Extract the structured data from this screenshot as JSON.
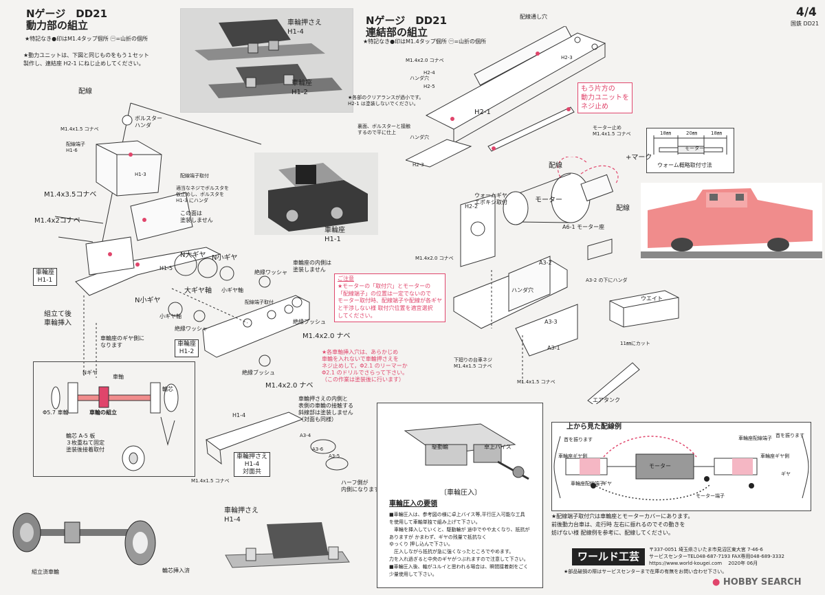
{
  "page": {
    "number": "4/4",
    "model": "国鉄 DD21"
  },
  "left_section": {
    "title_line1": "Nゲージ　DD21",
    "title_line2": "動力部の組立",
    "legend": "★特記なき●印はM1.4タップ個所 ㊀=山折の個所",
    "note1": "★動力ユニットは、下図と同じものをもう１セット",
    "note2": "製作し、連結座 H2-1 にねじ止めしてください。"
  },
  "right_section": {
    "title_line1": "Nゲージ　DD21",
    "title_line2": "連結部の組立",
    "legend": "★特記なき●印はM1.4タップ個所 ㊀=山折の個所"
  },
  "photos": {
    "top_wheel_holders": {
      "label1": "車輪押さえ",
      "label1_code": "H1-4",
      "label2": "車輪座",
      "label2_code": "H1-2"
    },
    "wheel_seat_assembled": {
      "label": "車輪座",
      "code": "H1-1"
    },
    "bottom_holder": {
      "label": "車輪押さえ",
      "code": "H1-4"
    },
    "assembled_wheel": {
      "label": "組立済車輪",
      "label2": "輪芯挿入済"
    }
  },
  "left_labels": {
    "wiring": "配線",
    "bolster": "ボルスター\nハンダ",
    "screw_15": "M1.4x1.5 コナベ",
    "wiring_terminal": "配線端子\nH1-6",
    "h13": "H1-3",
    "terminal_mount": "配線端子取付",
    "bolster_note": "適当なネジでボルスタを\n仮止めし、ボルスタを\nH1-3 にハンダ",
    "no_paint": "この面は\n塗装しません",
    "screw_35": "M1.4x3.5コナベ",
    "screw_2": "M1.4x2コナベ",
    "n_big_gear": "N大ギヤ",
    "n_small_gear": "N小ギヤ",
    "h15": "H1-5",
    "big_gear_axle": "大ギヤ軸",
    "small_gear_axle": "小ギヤ軸",
    "n_small_gear2": "N小ギヤ",
    "small_gear_axle2": "小ギヤ軸",
    "insulating_washer": "絶縁ワッシャ",
    "insulating_washer2": "絶縁ワッシャ",
    "inner_not_painted": "車輪座の内側は\n塗装しません",
    "terminal_mount2": "配線端子取付",
    "insulating_bush": "絶縁ブッシュ",
    "insulating_bush2": "絶縁ブッシュ",
    "screw_20_n": "M1.4x2.0 ナベ",
    "screw_20_n2": "M1.4x2.0 ナベ",
    "seat_h11": "車輪座\nH1-1",
    "seat_h12": "車輪座\nH1-2",
    "insert_after": "組立て後\n車輪挿入",
    "gear_side": "車輪座のギヤ側に\nなります",
    "pink_note": "★各車軸挿入穴は、あらかじめ\n車輪を入れないで車輪押さえを\nネジ止めして，Φ2.1 のリーマーか\nΦ2.1 のドリルでさらって下さい。\n（この作業は塗装後に行います）",
    "holder_inner_note": "車輪押さえの内側と\n表側の車輪の接触する\n斜線部は塗装しません\n（対面も同様）",
    "h14": "H1-4",
    "holder_box": "車輪押さえ\nH1-4\n対面共",
    "a34": "A3-4",
    "a36": "A3-6",
    "a35": "A3-5",
    "screw_15b": "M1.4x1.5 コナベ",
    "half_side": "ハーフ側が\n内側になります"
  },
  "wheel_detail": {
    "n_gear": "Nギヤ",
    "axle": "車軸",
    "core": "輪芯",
    "dia": "Φ5.7 車輪",
    "caption": "車輪の組立",
    "core_note": "輪芯 A-5 板\n３枚重ねて固定\n塗装後接着取付"
  },
  "right_labels": {
    "wiring_hole": "配線通し穴",
    "screw_20": "M1.4x2.0 コナベ",
    "h24": "H2-4",
    "solder_hole": "ハンダ穴",
    "h25": "H2-5",
    "h23_top": "H2-3",
    "clearance": "★各部のクリアランスが過小です。\nH2-1 は塗装しないでください。",
    "h21": "H2-1",
    "bolster_note": "裏面、ボルスターと接触\nするので平に仕上",
    "solder_hole2": "ハンダ穴",
    "h23": "H2-3",
    "other_unit": "もう片方の\n動力ユニットを\nネジ止め",
    "motor_stop": "モーター止め\nM1.4x1.5 コナベ",
    "wiring1": "配線",
    "plus_mark": "+マーク",
    "worm_gear": "ウォームギヤ\nエポキシ取付",
    "motor": "モーター",
    "h22": "H2-2",
    "wiring2": "配線",
    "a61": "A6-1 モーター座",
    "screw_20b": "M1.4x2.0 コナベ",
    "caution_title": "ご注意",
    "caution": "★モーターの「取付穴」とモーターの\n「配線端子」の位置は一定でないので\nモーター取付時、配線端子や配線が各ギヤ\nと干渉しない様 取付穴位置を適宜選択\nしてください。",
    "a32": "A3-2",
    "solder_hole3": "ハンダ穴",
    "a32_under": "A3-2 の下にハンダ",
    "weight": "ウエイト",
    "a33": "A3-3",
    "a31": "A3-1",
    "cut": "11㎜にカット",
    "bottom_screw": "下廻りの台車ネジ\nM1.4x1.5 コナベ",
    "screw_15c": "M1.4x1.5 コナベ",
    "air_tank": "エアタンク",
    "worm_caption": "ウォーム概略取付寸法",
    "worm_dim1": "18㎜",
    "worm_dim2": "20㎜",
    "worm_dim3": "18㎜",
    "worm_motor": "モーター"
  },
  "press_section": {
    "caption": "〔車輪圧入〕",
    "drive_wheel": "駆動輪",
    "vise": "卓上バイス",
    "title": "車輪圧入の要領",
    "body": "■車輪圧入は、参考図の様に卓上バイス等,平行圧入可能な工具\nを使用して車軸単独で組み上げて下さい。\n　車輪を挿入していくと、駆動輪が 途中でやや太くなり、抵抗が\nありますが かまわず、ギヤの残量で抵抗なく\nゆっくり 押し込んで下さい。\n　圧入しながら抵抗が急に強くなったところでやめます。\n力を入れ過ぎると中央のギヤがつぶれますので注意して下さい。\n■車輪圧入後、軸がユルイと思われる場合は、瞬間接着剤をごく\n少量使用して下さい。"
  },
  "wiring_section": {
    "title": "上から見た配線例",
    "motor": "モーター",
    "motor_terminal": "モーター端子",
    "left_gear": "車輪座ギヤ側",
    "right_gear": "車輪座ギヤ側",
    "terminal_l": "車輪座配線端子",
    "terminal_r": "車輪座配線端子",
    "gear_l": "ギヤ",
    "gear_r": "ギヤ",
    "loop_l": "首を振ります",
    "loop_r": "首を振ります",
    "note": "★配線端子取付穴は車輪座とモーターカバーにあります。\n前後動力台車は、走行時 左右に振れるのでその動きを\n妨げない様 配線例を参考に、配線してください。"
  },
  "company": {
    "name": "ワールド工芸",
    "address": "〒337-0051 埼玉県さいたま市見沼区東大宮 7-46-6",
    "service": "サービスセンターTEL048-687-7193 FAX専用048-689-3332",
    "url": "https://www.world-kougei.com　 2020年 06月",
    "footer": "★部品破損の際はサービスセンターまで在庫の有無をお問い合わせ下さい。"
  },
  "watermark": "HOBBY SEARCH",
  "colors": {
    "accent_pink": "#e0456b",
    "loco_pink": "#f08c8c"
  }
}
